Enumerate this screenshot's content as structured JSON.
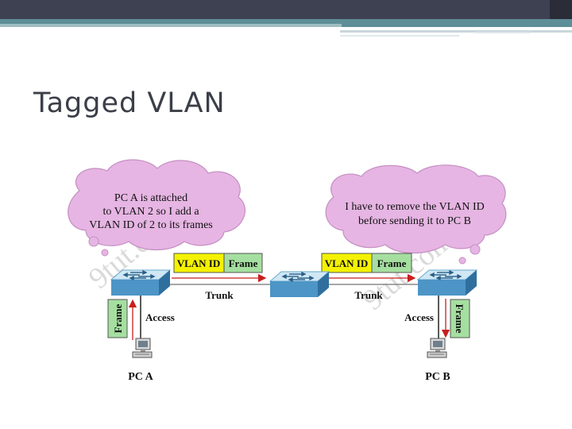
{
  "slide": {
    "title": "Tagged VLAN"
  },
  "diagram": {
    "bubble_left": [
      "PC A is attached",
      "to VLAN 2 so I add a",
      "VLAN ID of 2 to its frames"
    ],
    "bubble_right": [
      "I have to remove the VLAN ID",
      "before sending it to PC B"
    ],
    "vlan_id_label": "VLAN ID",
    "frame_label": "Frame",
    "trunk_label": "Trunk",
    "access_label": "Access",
    "pc_a": "PC A",
    "pc_b": "PC B",
    "watermark": "9tut.com",
    "colors": {
      "bubble": "#e6b5e3",
      "vlan_id_box": "#f4f200",
      "frame_box": "#a5dfa0",
      "arrow": "#c81e1e",
      "switch_top": "#c8e6f2",
      "switch_side": "#4c95c6"
    }
  }
}
